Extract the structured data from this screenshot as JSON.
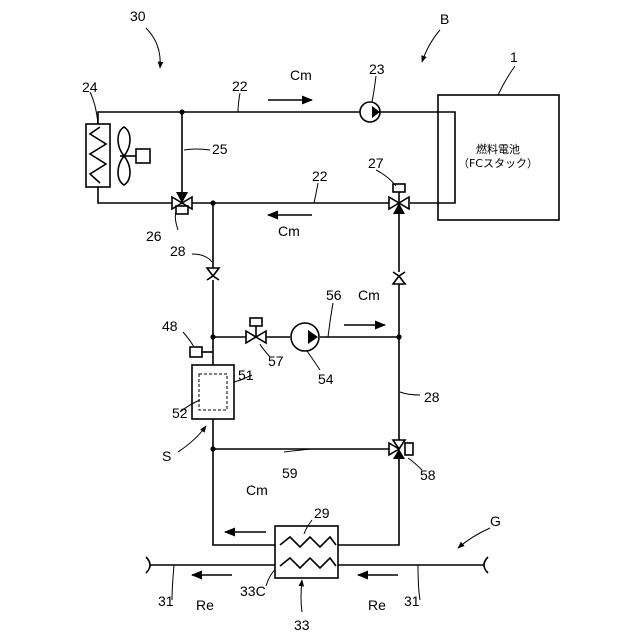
{
  "labels": {
    "system": "30",
    "circuit": "B",
    "fuel_cell_number": "1",
    "fuel_cell_name": "燃料電池",
    "fuel_cell_sub": "（FCスタック）",
    "radiator": "24",
    "pump_main": "23",
    "pipe_upper": "22",
    "pipe_lower": "22",
    "cm_upper": "Cm",
    "cm_lower": "Cm",
    "bypass": "25",
    "valve_left": "26",
    "valve_right": "27",
    "pipe_left": "28",
    "pipe_right": "28",
    "sensor": "48",
    "valve_small": "57",
    "pump_sub": "54",
    "sub_pipe": "56",
    "cm_sub": "Cm",
    "unit_outer": "51",
    "unit_inner": "52",
    "unit_s": "S",
    "pipe_59": "59",
    "valve_58": "58",
    "cm_bottom": "Cm",
    "hx_top": "29",
    "hx_label": "33C",
    "hx_number": "33",
    "group": "G",
    "pipe_31_left": "31",
    "pipe_31_right": "31",
    "re_left": "Re",
    "re_right": "Re"
  }
}
